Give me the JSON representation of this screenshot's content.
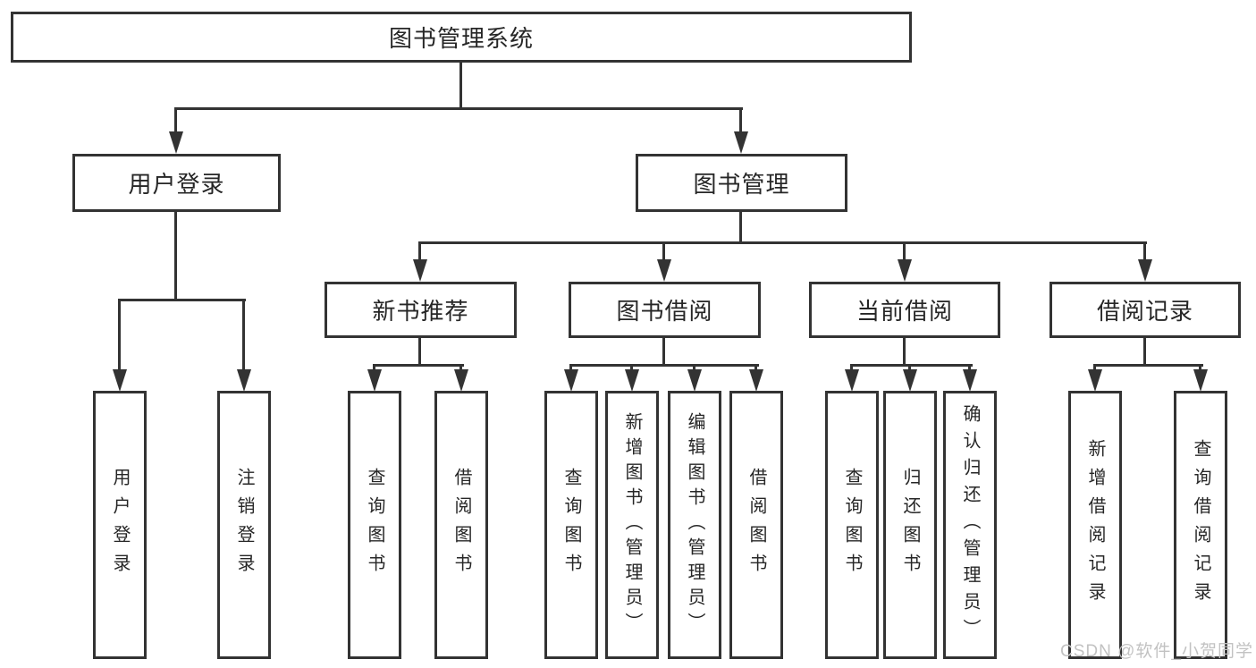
{
  "colors": {
    "line": "#333333",
    "text": "#262626",
    "watermark": "#c2c2c2",
    "background": "#ffffff"
  },
  "watermark": {
    "text": "CSDN @软件_小贺同学"
  },
  "tree": {
    "label": "图书管理系统",
    "children": [
      {
        "label": "用户登录",
        "children": [
          {
            "label": "用户登录"
          },
          {
            "label": "注销登录"
          }
        ]
      },
      {
        "label": "图书管理",
        "children": [
          {
            "label": "新书推荐",
            "children": [
              {
                "label": "查询图书"
              },
              {
                "label": "借阅图书"
              }
            ]
          },
          {
            "label": "图书借阅",
            "children": [
              {
                "label": "查询图书"
              },
              {
                "label": "新增图书（管理员）"
              },
              {
                "label": "编辑图书（管理员）"
              },
              {
                "label": "借阅图书"
              }
            ]
          },
          {
            "label": "当前借阅",
            "children": [
              {
                "label": "查询图书"
              },
              {
                "label": "归还图书"
              },
              {
                "label": "确认归还（管理员）"
              }
            ]
          },
          {
            "label": "借阅记录",
            "children": [
              {
                "label": "新增借阅记录"
              },
              {
                "label": "查询借阅记录"
              }
            ]
          }
        ]
      }
    ]
  }
}
